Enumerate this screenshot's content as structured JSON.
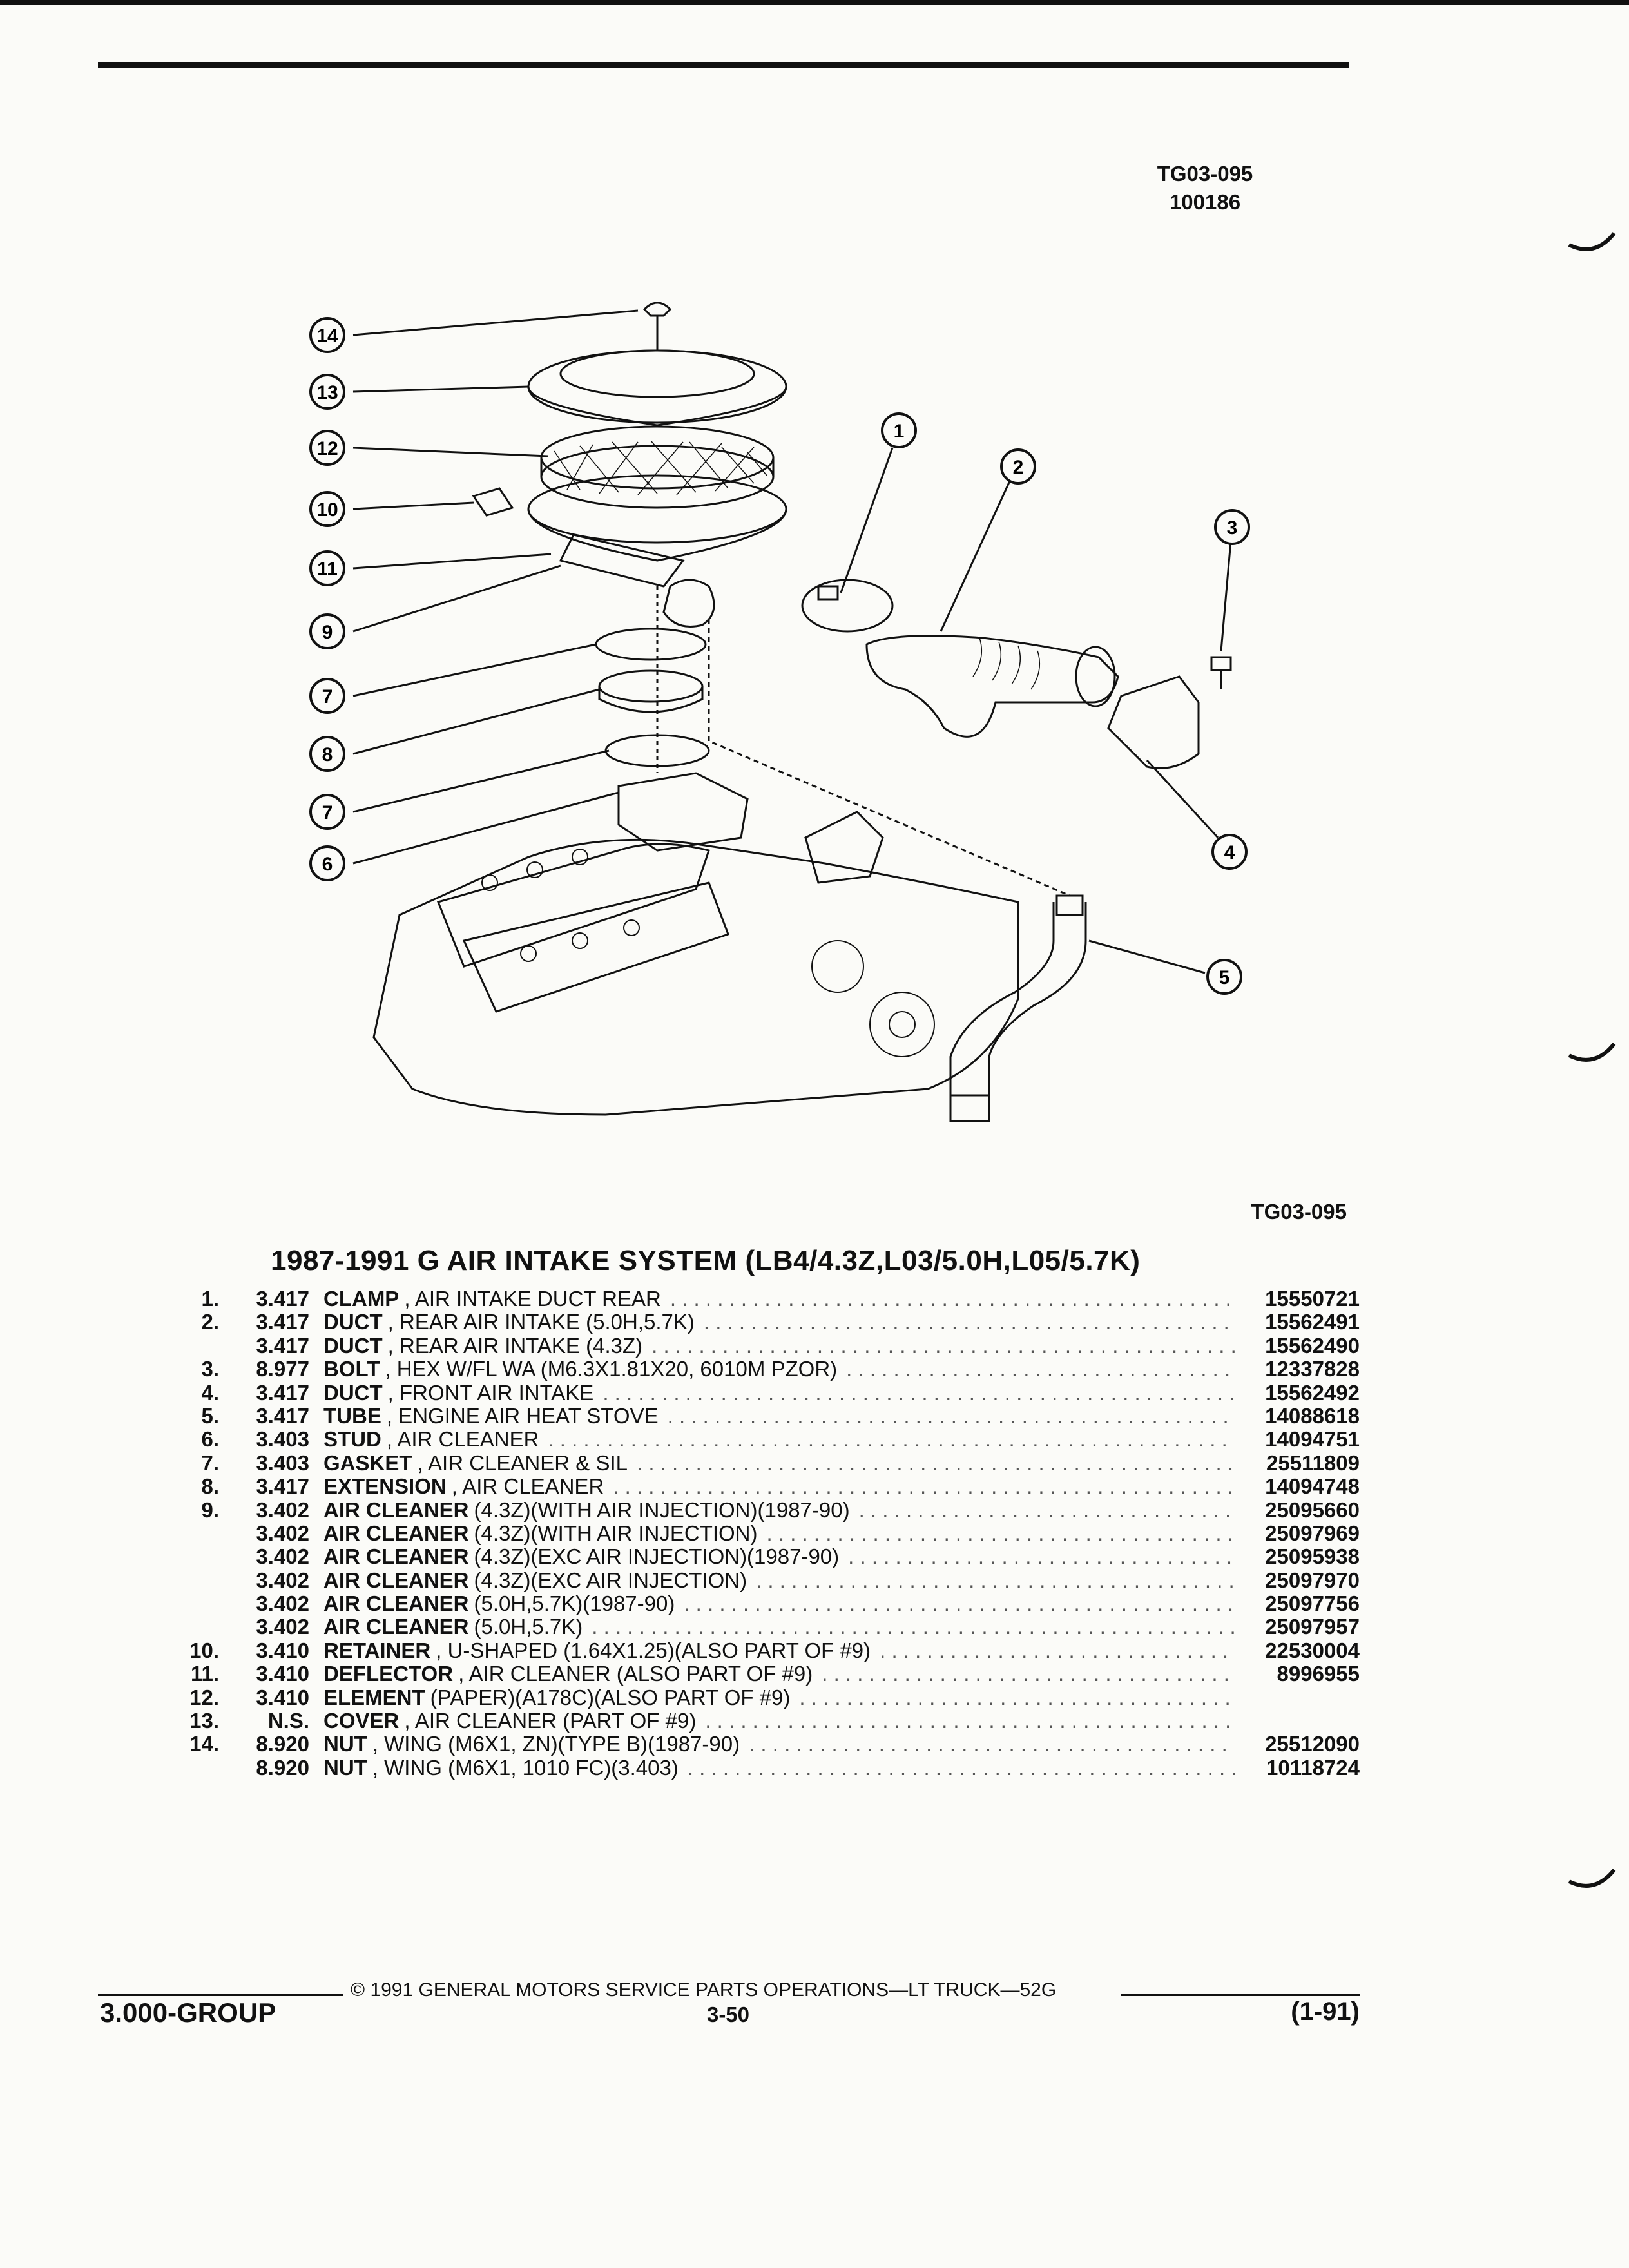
{
  "header": {
    "figure_id": "TG03-095",
    "figure_code": "100186"
  },
  "figure": {
    "callouts": [
      "14",
      "13",
      "12",
      "10",
      "11",
      "9",
      "7",
      "8",
      "7",
      "6",
      "1",
      "2",
      "3",
      "4",
      "5"
    ],
    "figure_ref": "TG03-095"
  },
  "section": {
    "title": "1987-1991 G AIR INTAKE SYSTEM (LB4/4.3Z,L03/5.0H,L05/5.7K)"
  },
  "parts": [
    {
      "num": "1.",
      "group": "3.417",
      "name": "CLAMP",
      "desc": ", AIR INTAKE DUCT REAR",
      "part_no": "15550721"
    },
    {
      "num": "2.",
      "group": "3.417",
      "name": "DUCT",
      "desc": ", REAR AIR INTAKE (5.0H,5.7K)",
      "part_no": "15562491"
    },
    {
      "num": "",
      "group": "3.417",
      "name": "DUCT",
      "desc": ", REAR AIR INTAKE (4.3Z)",
      "part_no": "15562490"
    },
    {
      "num": "3.",
      "group": "8.977",
      "name": "BOLT",
      "desc": ", HEX W/FL WA (M6.3X1.81X20, 6010M PZOR)",
      "part_no": "12337828"
    },
    {
      "num": "4.",
      "group": "3.417",
      "name": "DUCT",
      "desc": ", FRONT AIR INTAKE",
      "part_no": "15562492"
    },
    {
      "num": "5.",
      "group": "3.417",
      "name": "TUBE",
      "desc": ", ENGINE AIR HEAT STOVE",
      "part_no": "14088618"
    },
    {
      "num": "6.",
      "group": "3.403",
      "name": "STUD",
      "desc": ", AIR CLEANER",
      "part_no": "14094751"
    },
    {
      "num": "7.",
      "group": "3.403",
      "name": "GASKET",
      "desc": ", AIR CLEANER & SIL",
      "part_no": "25511809"
    },
    {
      "num": "8.",
      "group": "3.417",
      "name": "EXTENSION",
      "desc": ", AIR CLEANER",
      "part_no": "14094748"
    },
    {
      "num": "9.",
      "group": "3.402",
      "name": "AIR CLEANER",
      "desc": "(4.3Z)(WITH AIR INJECTION)(1987-90)",
      "part_no": "25095660"
    },
    {
      "num": "",
      "group": "3.402",
      "name": "AIR CLEANER",
      "desc": "(4.3Z)(WITH AIR INJECTION)",
      "part_no": "25097969"
    },
    {
      "num": "",
      "group": "3.402",
      "name": "AIR CLEANER",
      "desc": "(4.3Z)(EXC AIR INJECTION)(1987-90)",
      "part_no": "25095938"
    },
    {
      "num": "",
      "group": "3.402",
      "name": "AIR CLEANER",
      "desc": "(4.3Z)(EXC AIR INJECTION)",
      "part_no": "25097970"
    },
    {
      "num": "",
      "group": "3.402",
      "name": "AIR CLEANER",
      "desc": "(5.0H,5.7K)(1987-90)",
      "part_no": "25097756"
    },
    {
      "num": "",
      "group": "3.402",
      "name": "AIR CLEANER",
      "desc": "(5.0H,5.7K)",
      "part_no": "25097957"
    },
    {
      "num": "10.",
      "group": "3.410",
      "name": "RETAINER",
      "desc": ", U-SHAPED (1.64X1.25)(ALSO PART OF #9)",
      "part_no": "22530004"
    },
    {
      "num": "11.",
      "group": "3.410",
      "name": "DEFLECTOR",
      "desc": ", AIR CLEANER (ALSO PART OF #9)",
      "part_no": "8996955"
    },
    {
      "num": "12.",
      "group": "3.410",
      "name": "ELEMENT",
      "desc": "(PAPER)(A178C)(ALSO PART OF #9)",
      "part_no": ""
    },
    {
      "num": "13.",
      "group": "N.S.",
      "name": "COVER",
      "desc": ", AIR CLEANER (PART OF #9)",
      "part_no": ""
    },
    {
      "num": "14.",
      "group": "8.920",
      "name": "NUT",
      "desc": ", WING (M6X1, ZN)(TYPE B)(1987-90)",
      "part_no": "25512090"
    },
    {
      "num": "",
      "group": "8.920",
      "name": "NUT",
      "desc": ", WING (M6X1, 1010 FC)(3.403)",
      "part_no": "10118724"
    }
  ],
  "footer": {
    "copyright": "© 1991 GENERAL MOTORS SERVICE PARTS OPERATIONS—LT TRUCK—52G",
    "group": "3.000-GROUP",
    "page": "3-50",
    "revision": "(1-91)"
  }
}
